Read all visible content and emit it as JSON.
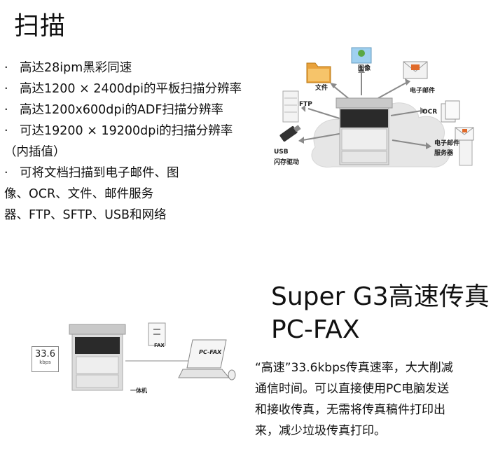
{
  "scan": {
    "title": "扫描",
    "lines": [
      {
        "bullet": "·",
        "text": "高达28ipm黑彩同速"
      },
      {
        "bullet": "·",
        "text": "高达1200 × 2400dpi的平板扫描分辨率"
      },
      {
        "bullet": "·",
        "text": "高达1200x600dpi的ADF扫描分辨率"
      },
      {
        "bullet": "·",
        "text": "可达19200 × 19200dpi的扫描分辨率"
      },
      {
        "bullet": "",
        "text": "（内插值）"
      },
      {
        "bullet": "·",
        "text": "可将文档扫描到电子邮件、图"
      },
      {
        "bullet": "",
        "text": "像、OCR、文件、邮件服务"
      },
      {
        "bullet": "",
        "text": "器、FTP、SFTP、USB和网络"
      }
    ],
    "diagram": {
      "image_label": "图像",
      "file_label": "文件",
      "email_label": "电子邮件",
      "ftp_label": "FTP",
      "ocr_label": "OCR",
      "usb_label_1": "USB",
      "usb_label_2": "闪存驱动",
      "mail_server_label_1": "电子邮件",
      "mail_server_label_2": "服务器"
    }
  },
  "fax": {
    "title_line1": "Super G3高速传真",
    "title_line2": "PC-FAX",
    "description_lines": [
      "“高速”33.6kbps传真速率，大大削减",
      "通信时间。可以直接使用PC电脑发送",
      "和接收传真，无需将传真稿件打印出",
      "来，减少垃圾传真打印。"
    ],
    "diagram": {
      "speed_value": "33.6",
      "speed_unit": "kbps",
      "machine_label": "一体机",
      "fax_doc_label": "FAX",
      "screen_label": "PC-FAX"
    }
  },
  "colors": {
    "folder": "#e9a23b",
    "cloud": "#e3e3e3",
    "arrow": "#8a8a8a",
    "printer_body": "#dcdcdc",
    "printer_dark": "#2a2a2a"
  }
}
